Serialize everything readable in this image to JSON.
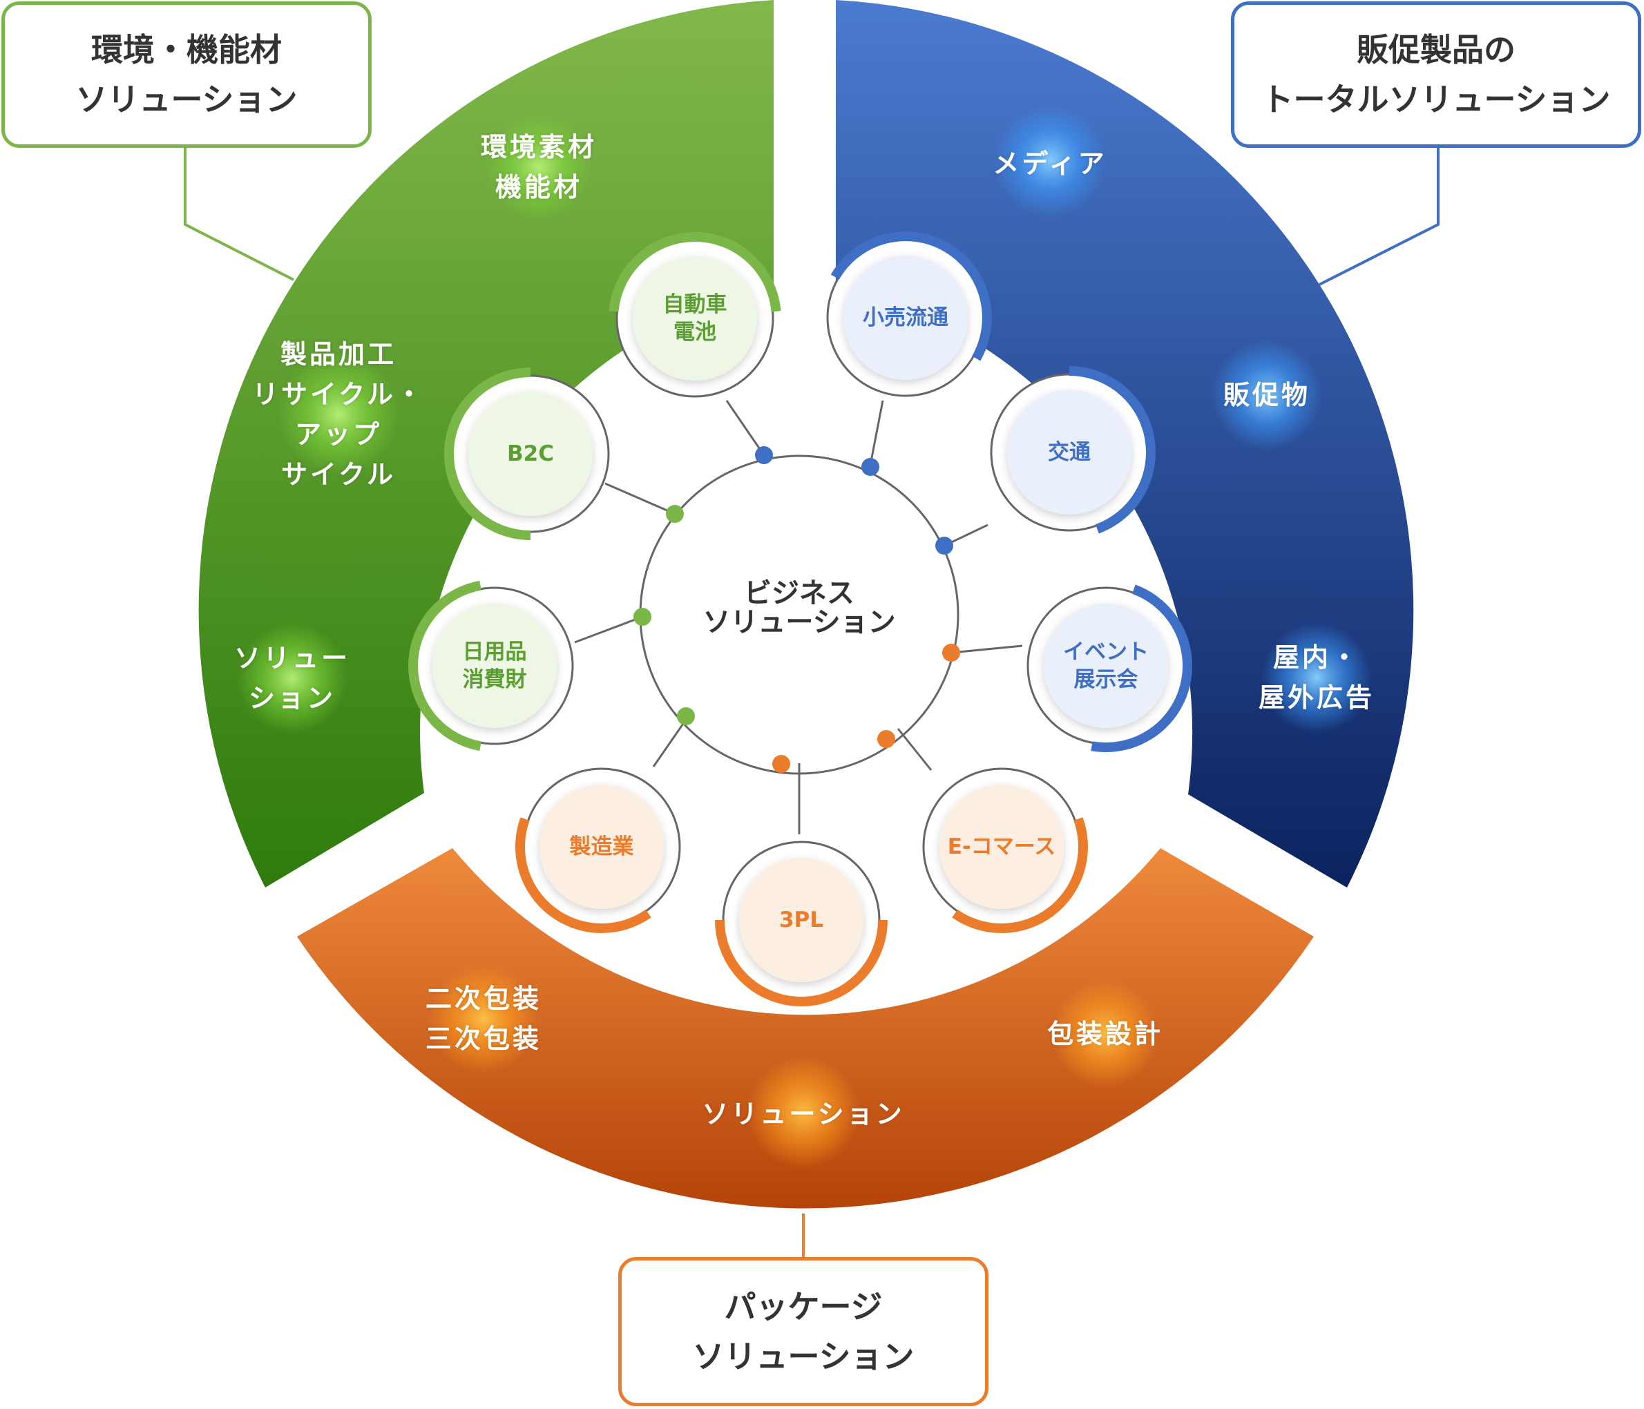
{
  "center": {
    "label_line1": "ビジネス",
    "label_line2": "ソリューション"
  },
  "callouts": {
    "green": {
      "line1": "環境・機能材",
      "line2": "ソリューション"
    },
    "blue": {
      "line1": "販促製品の",
      "line2": "トータルソリューション"
    },
    "orange": {
      "line1": "パッケージ",
      "line2": "ソリューション"
    }
  },
  "segments": {
    "green": {
      "label1_line1": "環境素材",
      "label1_line2": "機能材",
      "label2_line1": "製品加工",
      "label2_line2": "リサイクル・",
      "label2_line3": "アップ",
      "label2_line4": "サイクル",
      "label3_line1": "ソリュー",
      "label3_line2": "ション"
    },
    "blue": {
      "label1": "メディア",
      "label2": "販促物",
      "label3_line1": "屋内・",
      "label3_line2": "屋外広告"
    },
    "orange": {
      "label1_line1": "二次包装",
      "label1_line2": "三次包装",
      "label2": "包装設計",
      "label3": "ソリューション"
    }
  },
  "nodes": {
    "automotive": {
      "line1": "自動車",
      "line2": "電池"
    },
    "b2c": {
      "line1": "B2C"
    },
    "daily_goods": {
      "line1": "日用品",
      "line2": "消費財"
    },
    "retail": {
      "line1": "小売流通"
    },
    "transport": {
      "line1": "交通"
    },
    "events": {
      "line1": "イベント",
      "line2": "展示会"
    },
    "manufacturing": {
      "line1": "製造業"
    },
    "threepl": {
      "line1": "3PL"
    },
    "ecommerce": {
      "line1": "E-コマース"
    }
  },
  "colors": {
    "green": "#5c9e31",
    "green_light": "#7ab648",
    "green_dark": "#2f7a0d",
    "blue": "#3f6ec5",
    "blue_dark": "#0d2663",
    "orange": "#ea7c2c",
    "orange_dark": "#b8470b",
    "hub_line": "#666666"
  }
}
